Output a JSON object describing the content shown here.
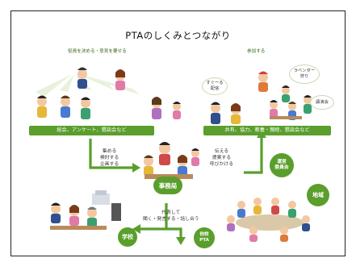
{
  "title": "PTAのしくみとつながり",
  "top_left_heading": "役員を決める・意見を要せる",
  "top_right_heading": "参加する",
  "left_bar": "総会、アンケート、懇談会など",
  "right_bar": "共有、協力、教養・親睦、懇談会など",
  "left_flow_lines": [
    "集める",
    "検討する",
    "企画する"
  ],
  "right_flow_lines": [
    "伝える",
    "提案する",
    "呼びかける"
  ],
  "center_label": "事務局",
  "committee_lines": [
    "運営",
    "委員会"
  ],
  "bottom_center_lines": [
    "代表して",
    "聞く・発言する・話し合う"
  ],
  "school_label": "学校",
  "other_pta_lines": [
    "他校",
    "PTA"
  ],
  "community_label": "地域",
  "bubbles": {
    "distribute": [
      "すぐーる",
      "配信"
    ],
    "lavender": [
      "ラベンダー",
      "狩り"
    ],
    "lecture": [
      "講演会"
    ]
  },
  "colors": {
    "accent_green": "#5a9e2c",
    "label_green": "#3a6b1e"
  }
}
